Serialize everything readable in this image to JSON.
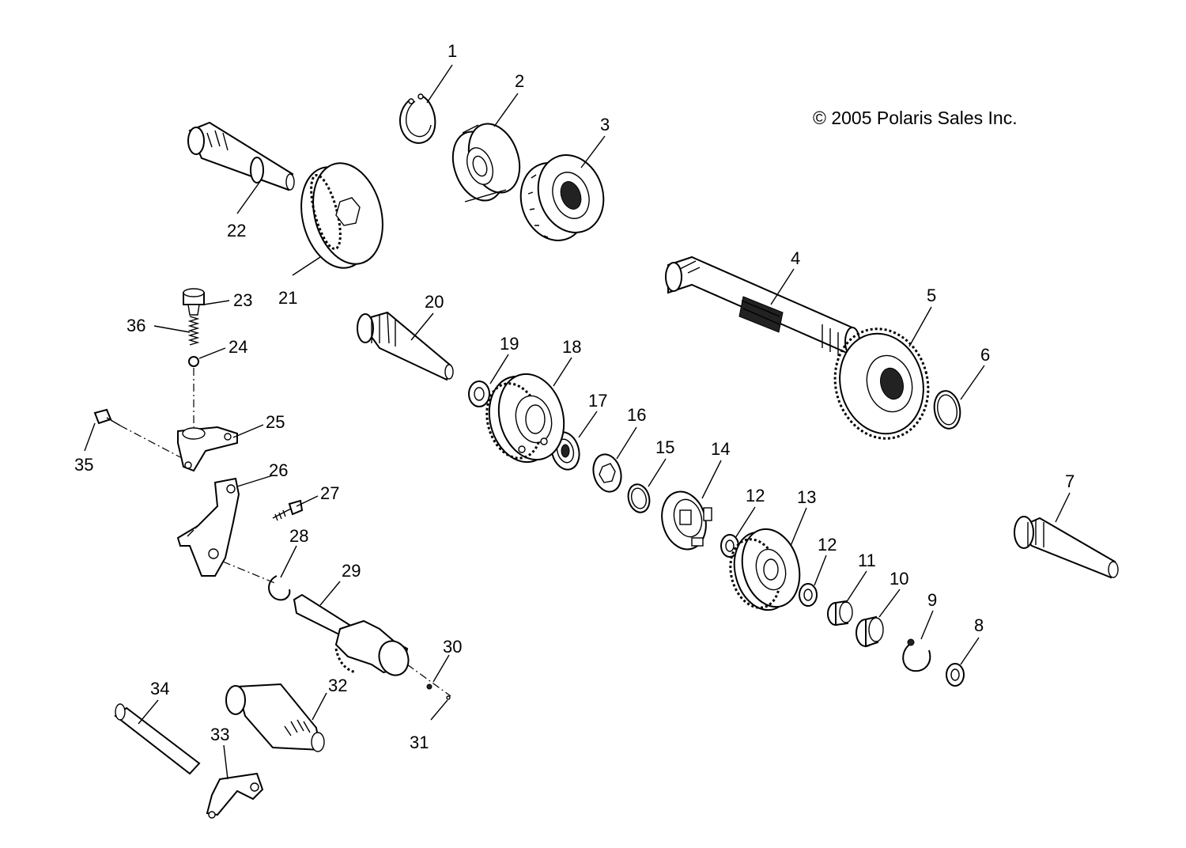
{
  "copyright": "© 2005 Polaris Sales Inc.",
  "callouts": {
    "c1": "1",
    "c2": "2",
    "c3": "3",
    "c4": "4",
    "c5": "5",
    "c6": "6",
    "c7": "7",
    "c8": "8",
    "c9": "9",
    "c10": "10",
    "c11": "11",
    "c12a": "12",
    "c12b": "12",
    "c13": "13",
    "c14": "14",
    "c15": "15",
    "c16": "16",
    "c17": "17",
    "c18": "18",
    "c19": "19",
    "c20": "20",
    "c21": "21",
    "c22": "22",
    "c23": "23",
    "c24": "24",
    "c25": "25",
    "c26": "26",
    "c27": "27",
    "c28": "28",
    "c29": "29",
    "c30": "30",
    "c31": "31",
    "c32": "32",
    "c33": "33",
    "c34": "34",
    "c35": "35",
    "c36": "36"
  }
}
